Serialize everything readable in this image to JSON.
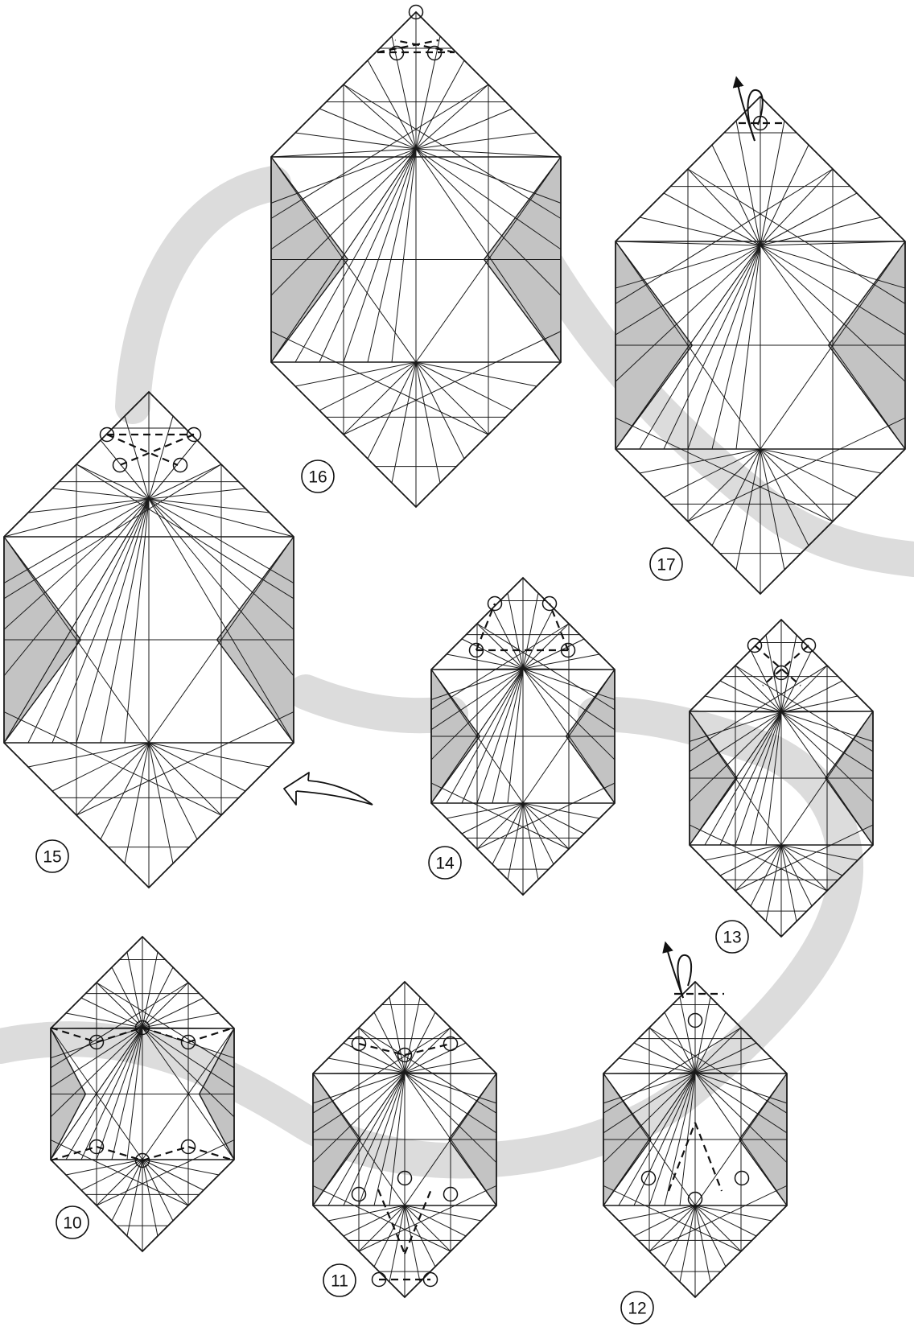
{
  "colors": {
    "background": "#ffffff",
    "band": "#dcdcdc",
    "shade": "#c3c3c3",
    "line": "#1a1a1a",
    "fold": "#111111"
  },
  "steps": [
    {
      "label": "10"
    },
    {
      "label": "11"
    },
    {
      "label": "12"
    },
    {
      "label": "13"
    },
    {
      "label": "14"
    },
    {
      "label": "15"
    },
    {
      "label": "16"
    },
    {
      "label": "17"
    }
  ]
}
